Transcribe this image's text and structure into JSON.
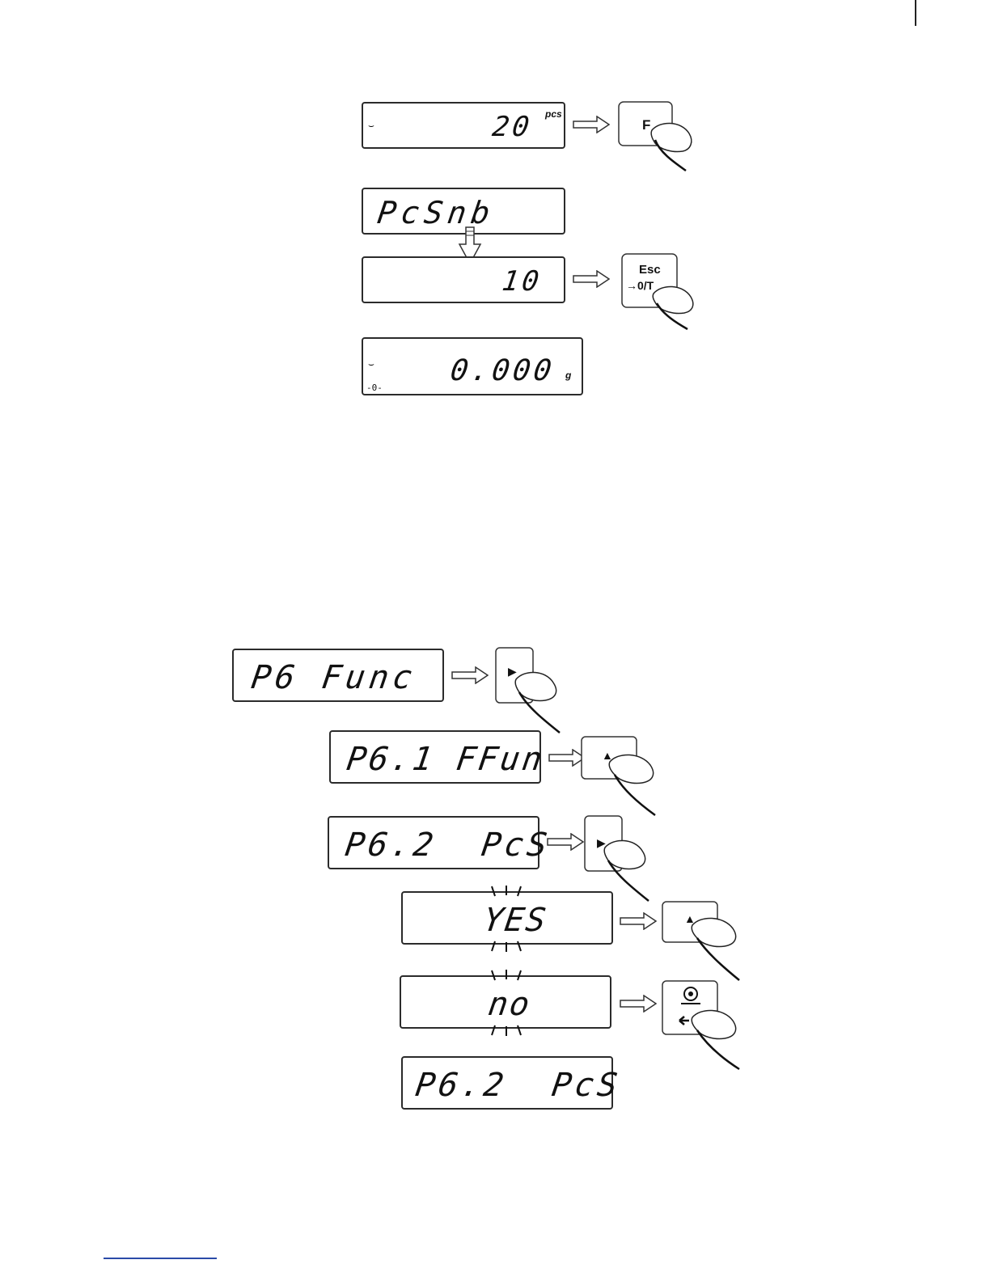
{
  "section1": {
    "displays": [
      {
        "text": "20",
        "unit": "pcs",
        "stable": "⌣"
      },
      {
        "text": "PcSnb"
      },
      {
        "text": "10"
      },
      {
        "text": "0.000",
        "unit": "g",
        "stable": "⌣",
        "zero": "-0-"
      }
    ],
    "keys": {
      "f_key": "F",
      "esc_key_top": "Esc",
      "esc_key_bottom": "→0/T"
    }
  },
  "section2": {
    "displays": [
      {
        "text": "P6 Func"
      },
      {
        "text": "P6.1 FFun"
      },
      {
        "text": "P6.2  PcS"
      },
      {
        "text": "YES"
      },
      {
        "text": "no"
      },
      {
        "text": "P6.2  PcS"
      }
    ],
    "keys": {
      "right": "▶",
      "up": "▲"
    }
  },
  "icons": {
    "arrow": "outline-right-arrow-icon",
    "down_arrow": "outline-down-arrow-icon",
    "finger": "pressing-finger-icon",
    "print_enter": "print-enter-icon"
  }
}
